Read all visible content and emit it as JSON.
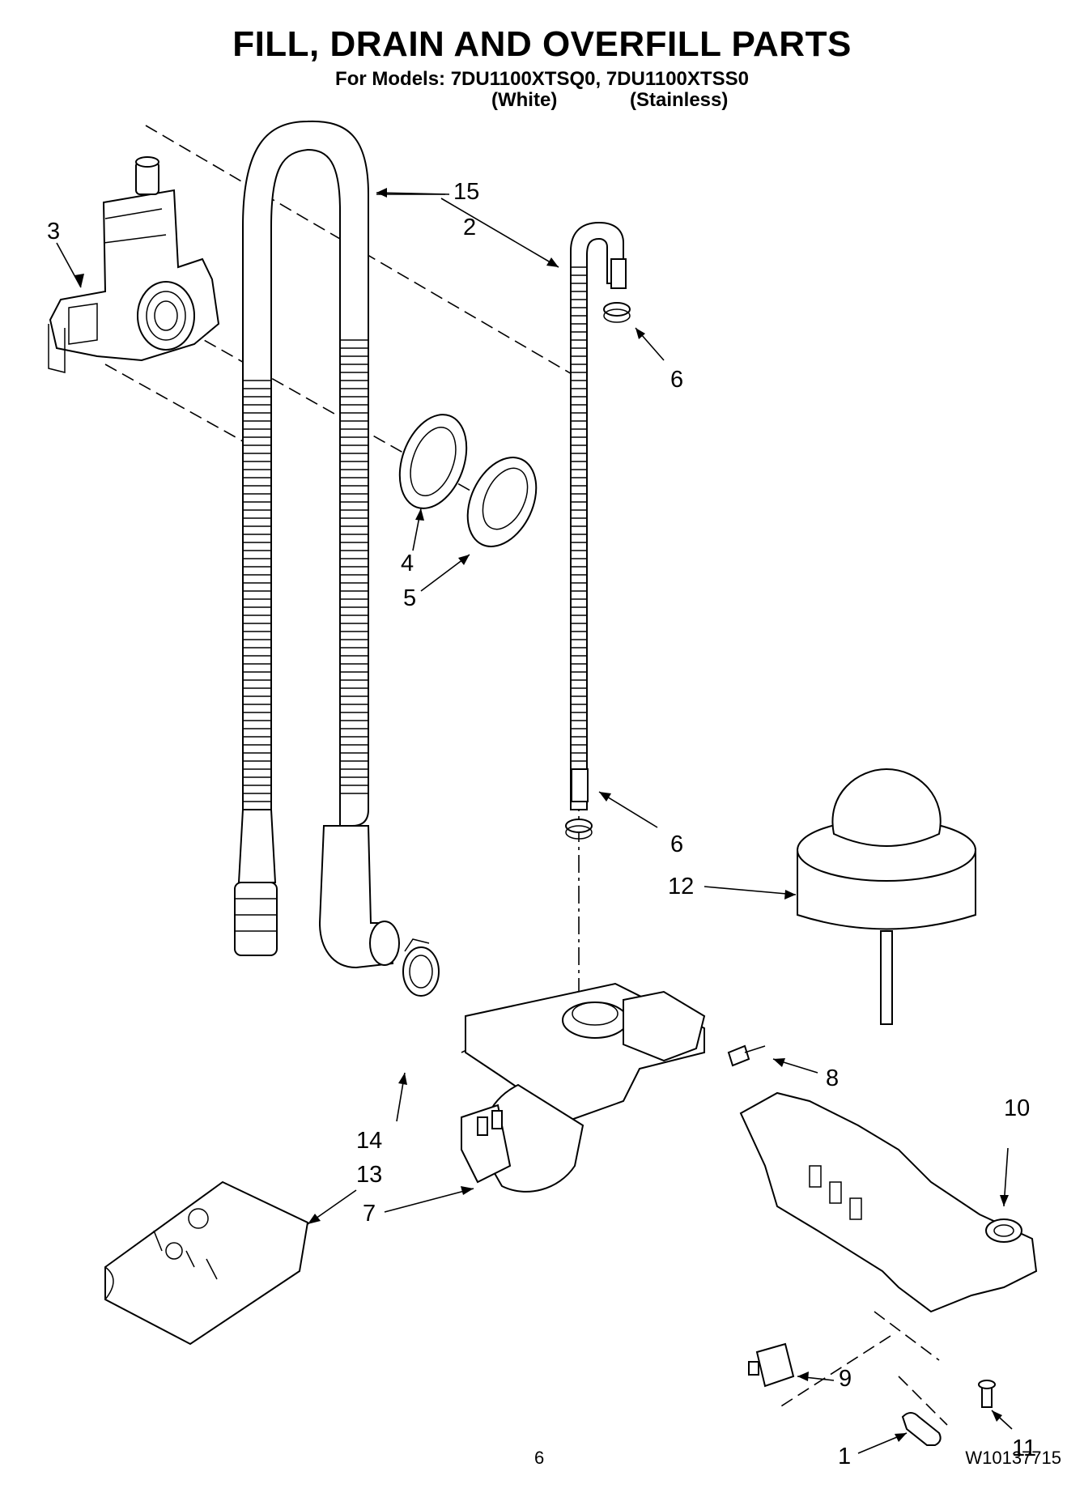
{
  "header": {
    "title": "FILL, DRAIN AND OVERFILL PARTS",
    "models_line": "For Models: 7DU1100XTSQ0, 7DU1100XTSS0",
    "variant_white": "(White)",
    "variant_stainless": "(Stainless)"
  },
  "callouts": {
    "c1": "1",
    "c2": "2",
    "c3": "3",
    "c4": "4",
    "c5": "5",
    "c6a": "6",
    "c6b": "6",
    "c7": "7",
    "c8": "8",
    "c9": "9",
    "c10": "10",
    "c11": "11",
    "c12": "12",
    "c13": "13",
    "c14": "14",
    "c15": "15"
  },
  "footer": {
    "page_number": "6",
    "document_number": "W10137715"
  }
}
